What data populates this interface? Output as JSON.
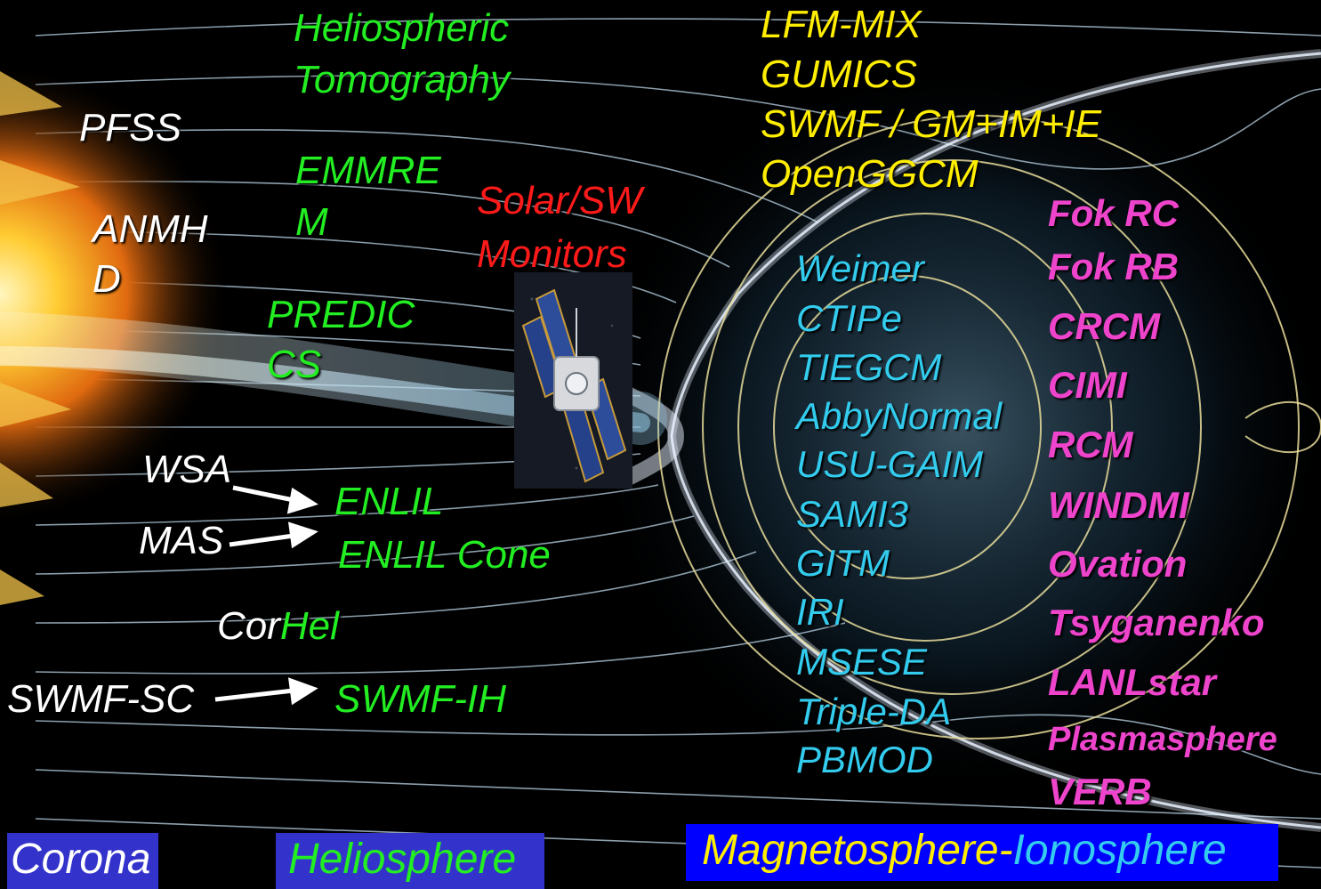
{
  "colors": {
    "corona": "#ffffff",
    "heliosphere": "#22ee22",
    "magnetosphere": "#ffee00",
    "ionosphere": "#33ccee",
    "inner_magnetosphere": "#ee44cc",
    "monitors": "#ff1a1a",
    "label_box_blue": "#3333cc",
    "label_box_bright_blue": "#0000ff"
  },
  "corona_models": {
    "pfss": "PFSS",
    "anmhd_line1": "ANMH",
    "anmhd_line2": "D",
    "wsa": "WSA",
    "mas": "MAS",
    "corhel_cor": "Cor",
    "swmf_sc": "SWMF-SC"
  },
  "heliosphere_models": {
    "tomography_line1": "Heliospheric",
    "tomography_line2": "Tomography",
    "emmrem_line1": "EMMRE",
    "emmrem_line2": "M",
    "predics_line1": "PREDIC",
    "predics_line2": "CS",
    "enlil": "ENLIL",
    "enlil_cone": "ENLIL Cone",
    "corhel_hel": "Hel",
    "swmf_ih": "SWMF-IH"
  },
  "monitors": {
    "line1": "Solar/SW",
    "line2": "Monitors"
  },
  "magnetosphere_models": [
    "LFM-MIX",
    "GUMICS",
    "SWMF / GM+IM+IE",
    "OpenGGCM"
  ],
  "ionosphere_models": [
    "Weimer",
    "CTIPe",
    "TIEGCM",
    "AbbyNormal",
    "USU-GAIM",
    "SAMI3",
    "GITM",
    "IRI",
    "MSESE",
    "Triple-DA",
    "PBMOD"
  ],
  "inner_magnetosphere_models": [
    "Fok RC",
    "Fok RB",
    "CRCM",
    "CIMI",
    "RCM",
    "WINDMI",
    "Ovation",
    "Tsyganenko",
    "LANLstar",
    "Plasmasphere",
    "VERB"
  ],
  "region_labels": {
    "corona": "Corona",
    "heliosphere": "Heliosphere",
    "magnetosphere": "Magnetosphere-",
    "ionosphere": "Ionosphere"
  }
}
